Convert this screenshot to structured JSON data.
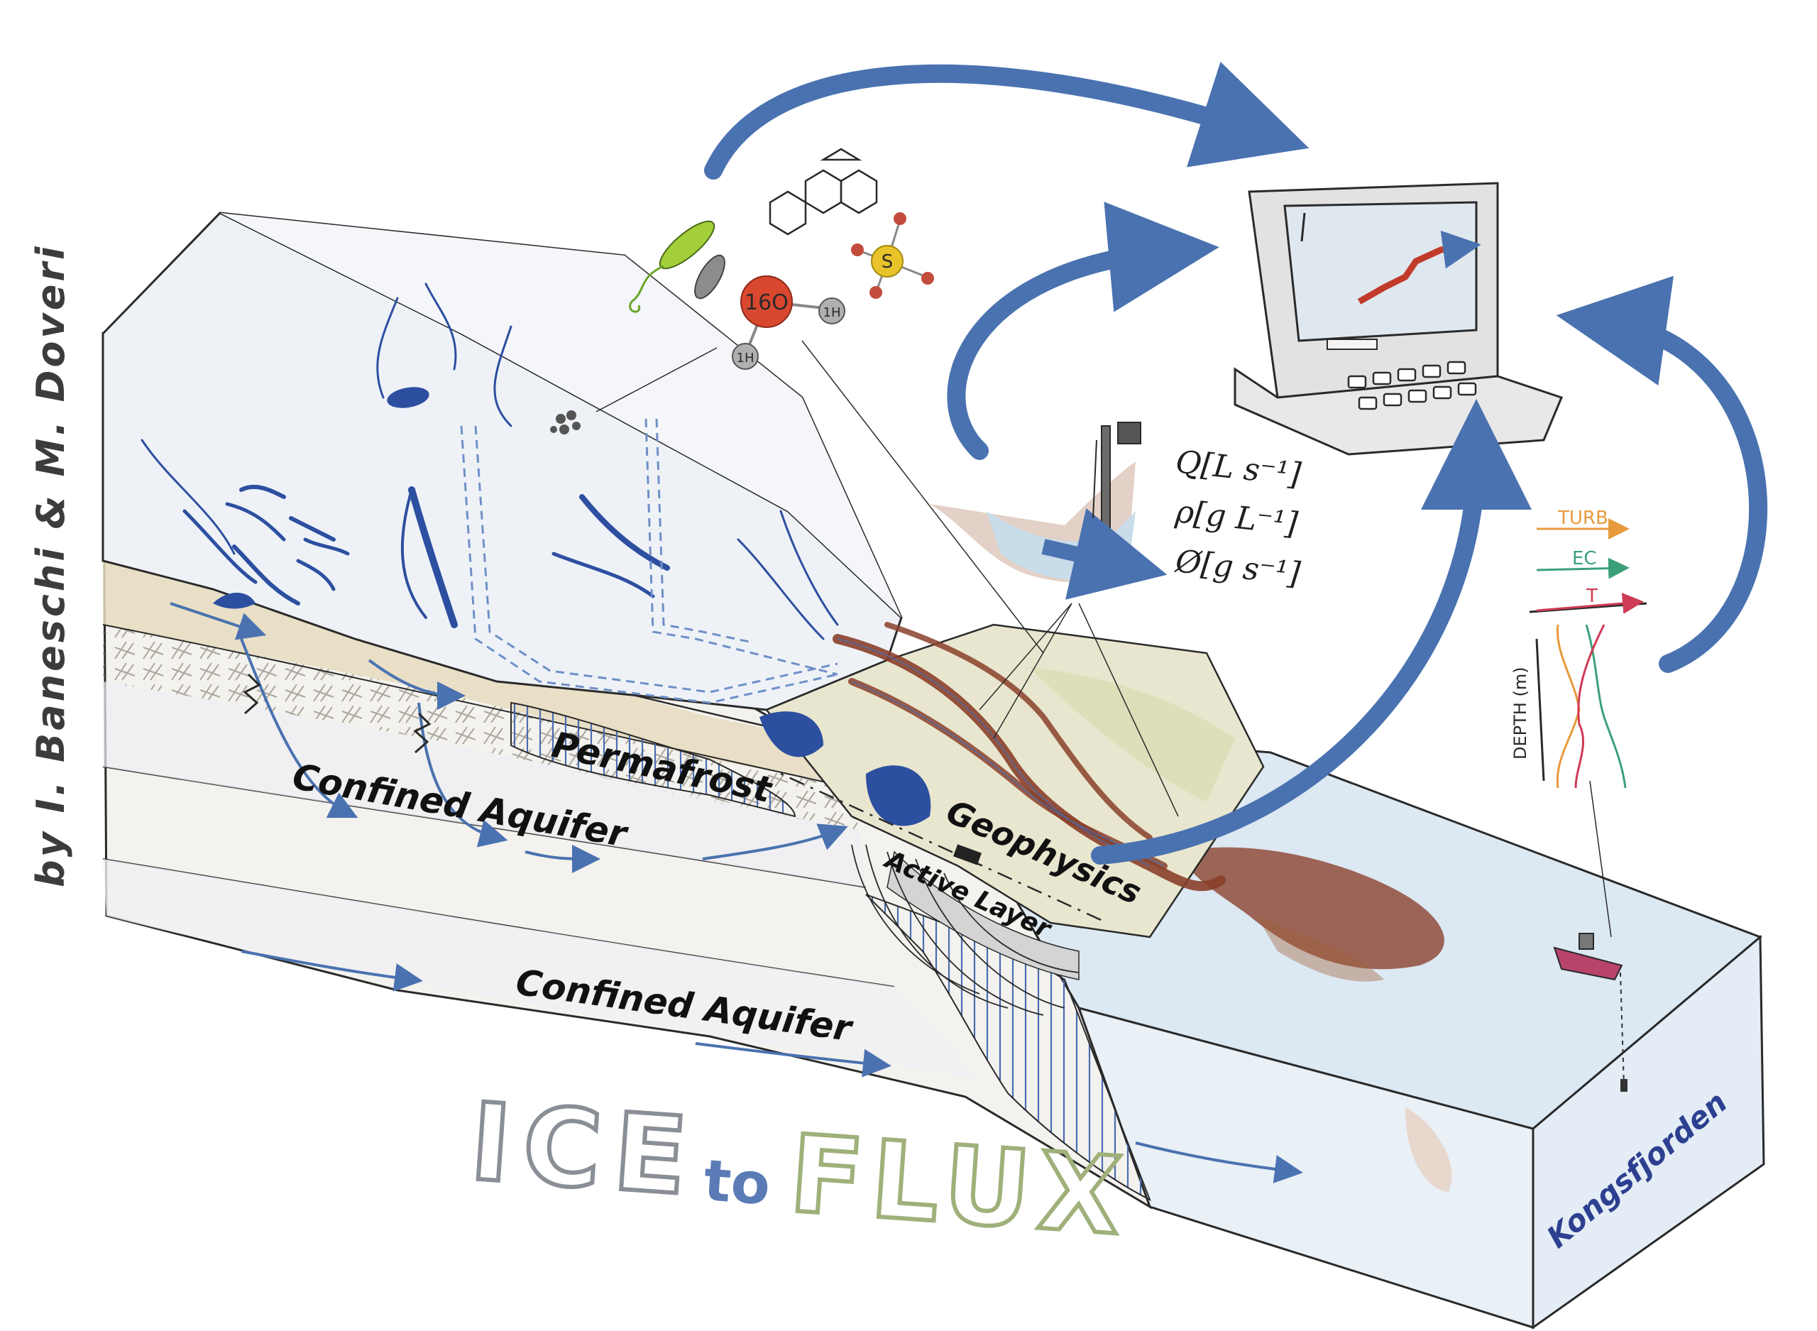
{
  "credit": "by I. Baneschi & M. Doveri",
  "labels": {
    "permafrost": "Permafrost",
    "confined_aquifer_upper": "Confined Aquifer",
    "confined_aquifer_lower": "Confined Aquifer",
    "geophysics": "Geophysics",
    "active_layer": "Active Layer",
    "kongsfjorden": "Kongsfjorden"
  },
  "title": {
    "part1": "ICE",
    "part2": "to",
    "part3": "FLUX"
  },
  "molecule": {
    "oxygen": "16O",
    "hydrogen1": "1H",
    "hydrogen2": "1H",
    "sulfur": "S"
  },
  "measurements": {
    "discharge": "Q[L s⁻¹]",
    "density": "ρ[g L⁻¹]",
    "flux": "Ø[g s⁻¹]"
  },
  "profile": {
    "turbidity": "TURB.",
    "conductivity": "EC",
    "temperature": "T",
    "depth_axis": "DEPTH (m)"
  },
  "colors": {
    "ink": "#2a2a2a",
    "arrow_blue": "#4a72b0",
    "water_blue": "#2d4fa0",
    "sediment_brown": "#8a3f2a",
    "sea": "#dce8f2",
    "ice": "#eef2f7",
    "permafrost_hatch": "#3f5fa8",
    "sand": "#e6dcc0",
    "molecule_red": "#d9472e",
    "sulfur_yellow": "#e8c32a",
    "turb_orange": "#e69a3c",
    "ec_green": "#3ba07a",
    "t_red": "#cf3b55",
    "title_ice": "#8a8f96",
    "title_to": "#5a7bb5",
    "title_flux": "#9fb07a"
  }
}
